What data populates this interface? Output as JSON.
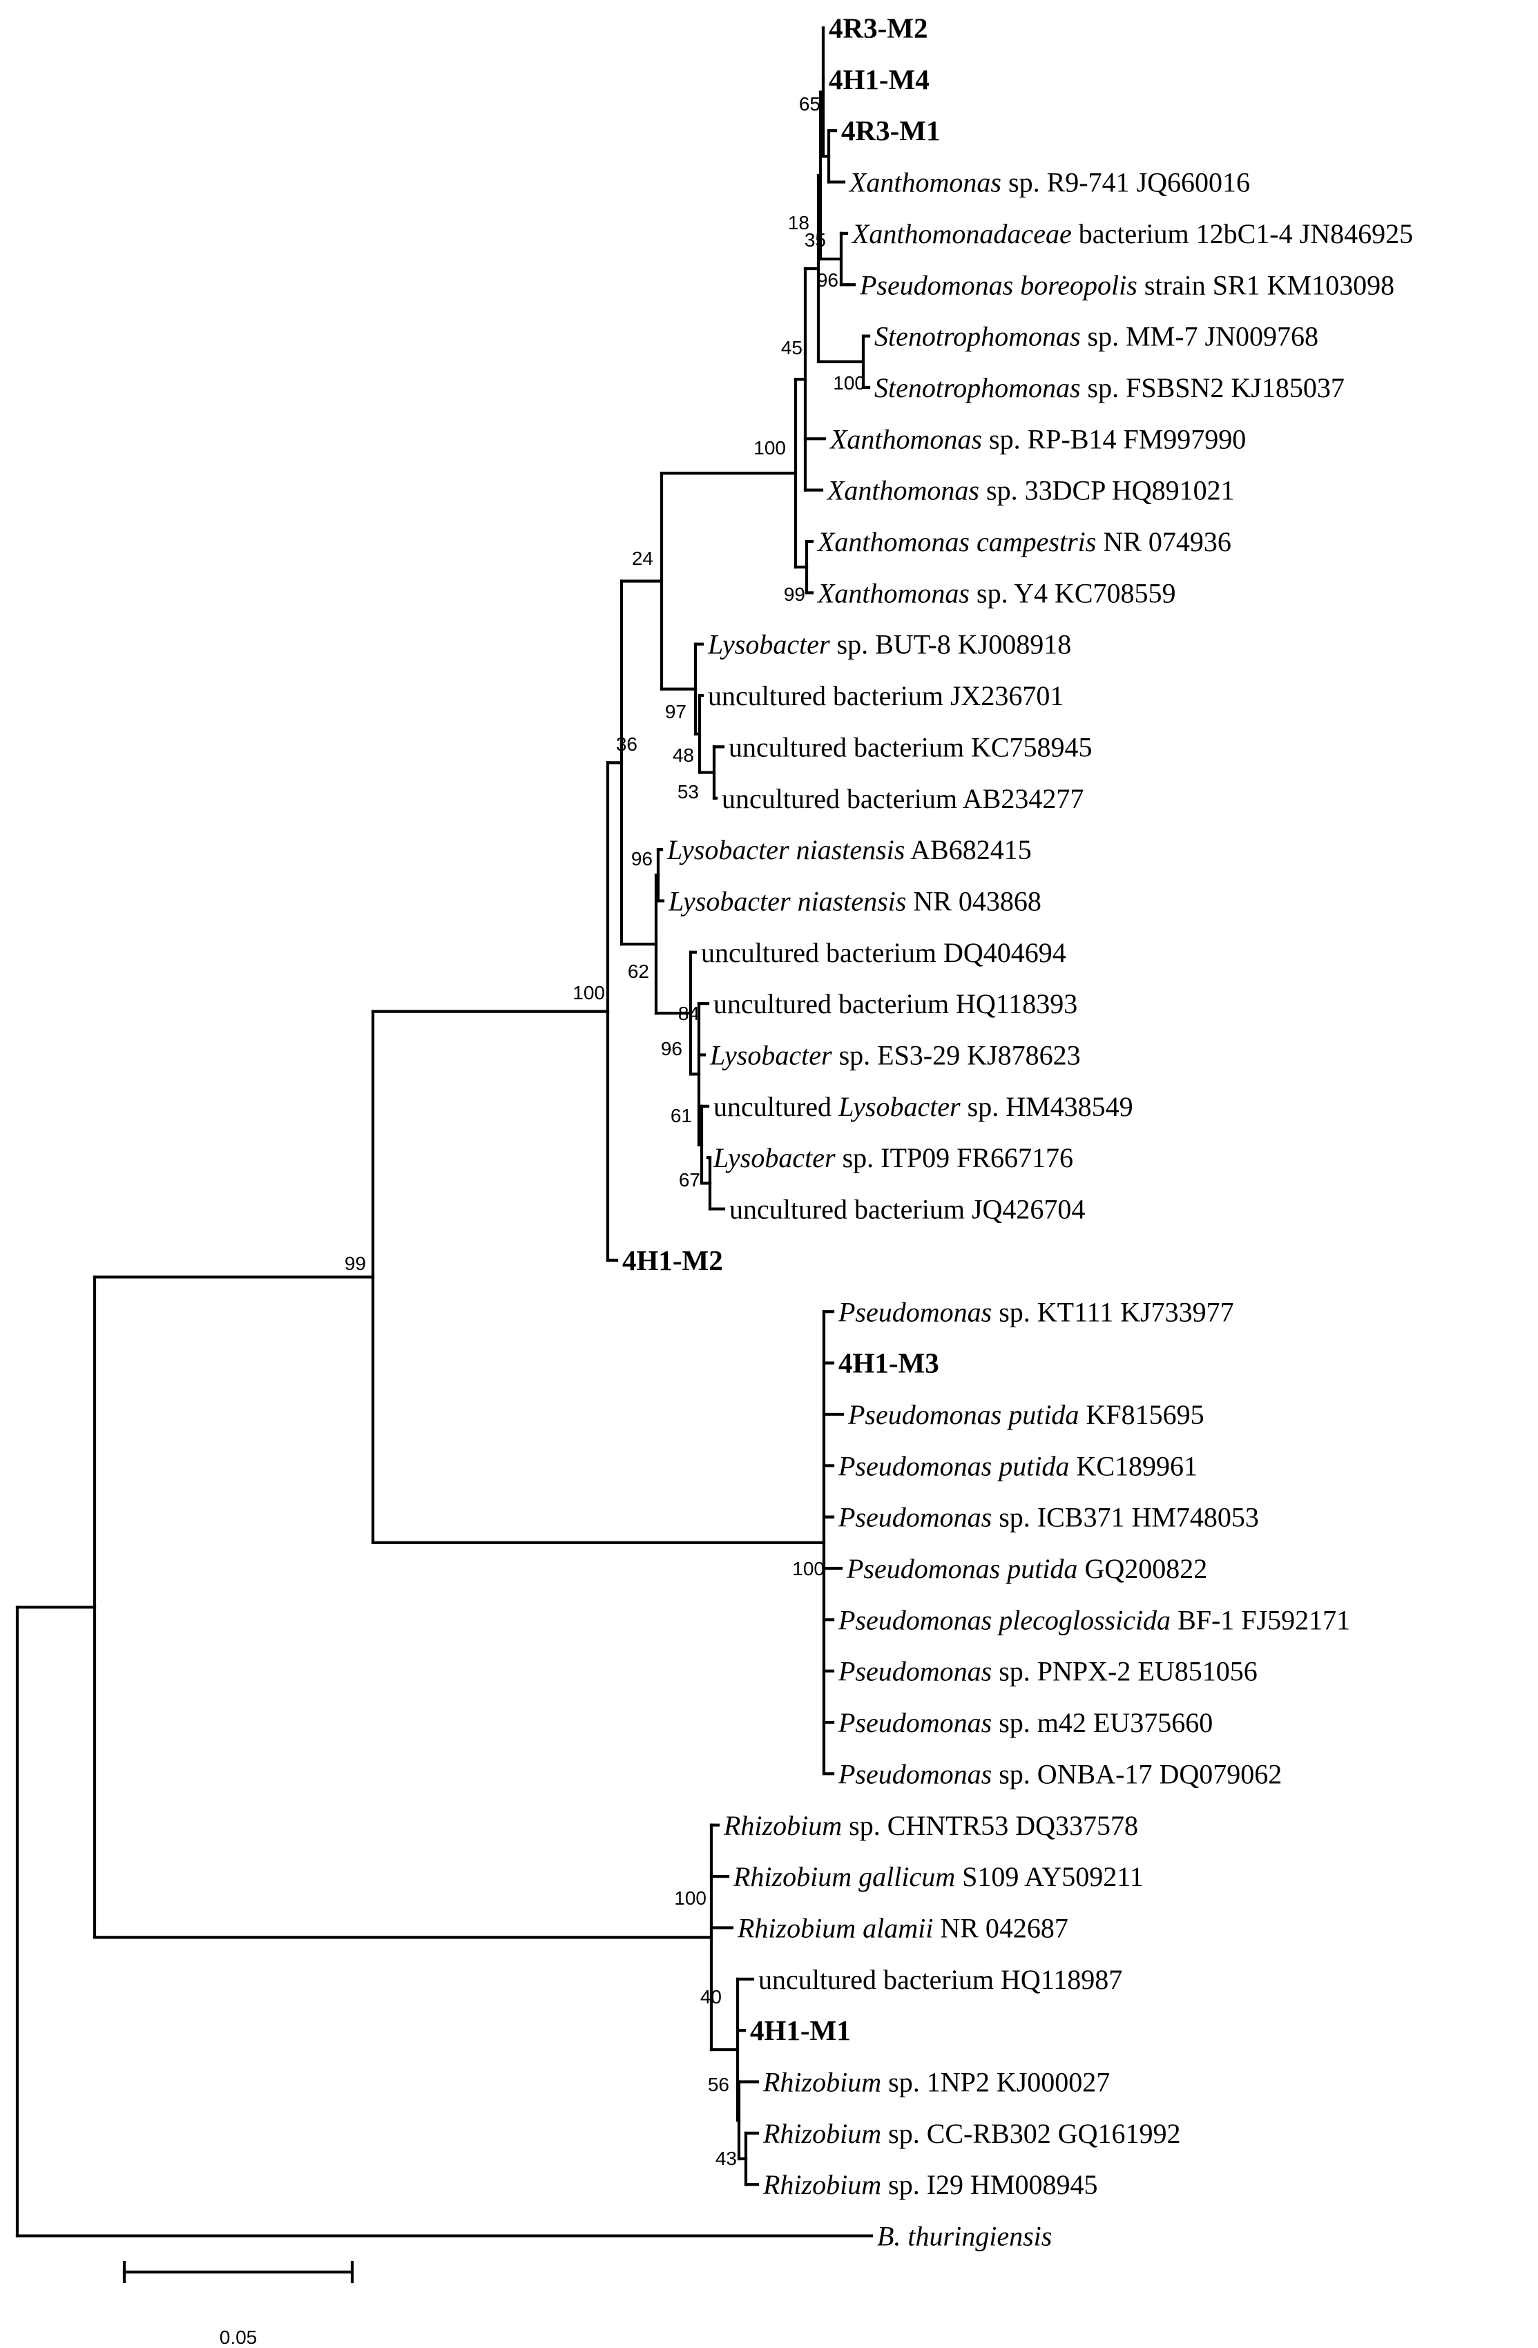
{
  "leaves": {
    "L0": [
      {
        "t": "4R3-M2",
        "b": true
      }
    ],
    "L1": [
      {
        "t": "4H1-M4",
        "b": true
      }
    ],
    "L2": [
      {
        "t": "4R3-M1",
        "b": true
      }
    ],
    "L3": [
      {
        "t": "Xanthomonas",
        "i": true
      },
      {
        "t": " sp. R9-741 JQ660016"
      }
    ],
    "L4": [
      {
        "t": "Xanthomonadaceae",
        "i": true
      },
      {
        "t": " bacterium 12bC1-4 JN846925"
      }
    ],
    "L5": [
      {
        "t": "Pseudomonas boreopolis",
        "i": true
      },
      {
        "t": " strain SR1 KM103098"
      }
    ],
    "L6": [
      {
        "t": "Stenotrophomonas",
        "i": true
      },
      {
        "t": " sp. MM-7 JN009768"
      }
    ],
    "L7": [
      {
        "t": "Stenotrophomonas",
        "i": true
      },
      {
        "t": " sp. FSBSN2 KJ185037"
      }
    ],
    "L8": [
      {
        "t": "Xanthomonas",
        "i": true
      },
      {
        "t": " sp. RP-B14 FM997990"
      }
    ],
    "L9": [
      {
        "t": "Xanthomonas",
        "i": true
      },
      {
        "t": " sp. 33DCP HQ891021"
      }
    ],
    "L10": [
      {
        "t": "Xanthomonas campestris",
        "i": true
      },
      {
        "t": " NR 074936"
      }
    ],
    "L11": [
      {
        "t": "Xanthomonas",
        "i": true
      },
      {
        "t": " sp. Y4 KC708559"
      }
    ],
    "L12": [
      {
        "t": "Lysobacter",
        "i": true
      },
      {
        "t": " sp. BUT-8 KJ008918"
      }
    ],
    "L13": [
      {
        "t": "uncultured bacterium JX236701"
      }
    ],
    "L14": [
      {
        "t": "uncultured bacterium KC758945"
      }
    ],
    "L15": [
      {
        "t": "uncultured bacterium AB234277"
      }
    ],
    "L16": [
      {
        "t": "Lysobacter niastensis",
        "i": true
      },
      {
        "t": " AB682415"
      }
    ],
    "L17": [
      {
        "t": "Lysobacter niastensis",
        "i": true
      },
      {
        "t": " NR 043868"
      }
    ],
    "L18": [
      {
        "t": "uncultured bacterium DQ404694"
      }
    ],
    "L19": [
      {
        "t": "uncultured bacterium HQ118393"
      }
    ],
    "L20": [
      {
        "t": "Lysobacter",
        "i": true
      },
      {
        "t": " sp. ES3-29 KJ878623"
      }
    ],
    "L21": [
      {
        "t": "uncultured "
      },
      {
        "t": "Lysobacter",
        "i": true
      },
      {
        "t": " sp. HM438549"
      }
    ],
    "L22": [
      {
        "t": "Lysobacter",
        "i": true
      },
      {
        "t": " sp. ITP09 FR667176"
      }
    ],
    "L23": [
      {
        "t": "uncultured bacterium JQ426704"
      }
    ],
    "L24": [
      {
        "t": "4H1-M2",
        "b": true
      }
    ],
    "L25": [
      {
        "t": "Pseudomonas",
        "i": true
      },
      {
        "t": " sp. KT111 KJ733977"
      }
    ],
    "L26": [
      {
        "t": "4H1-M3",
        "b": true
      }
    ],
    "L27": [
      {
        "t": "Pseudomonas putida",
        "i": true
      },
      {
        "t": " KF815695"
      }
    ],
    "L28": [
      {
        "t": "Pseudomonas putida",
        "i": true
      },
      {
        "t": " KC189961"
      }
    ],
    "L29": [
      {
        "t": "Pseudomonas",
        "i": true
      },
      {
        "t": " sp. ICB371 HM748053"
      }
    ],
    "L30": [
      {
        "t": "Pseudomonas putida",
        "i": true
      },
      {
        "t": " GQ200822"
      }
    ],
    "L31": [
      {
        "t": "Pseudomonas plecoglossicida",
        "i": true
      },
      {
        "t": " BF-1 FJ592171"
      }
    ],
    "L32": [
      {
        "t": "Pseudomonas",
        "i": true
      },
      {
        "t": " sp. PNPX-2 EU851056"
      }
    ],
    "L33": [
      {
        "t": "Pseudomonas",
        "i": true
      },
      {
        "t": " sp. m42 EU375660"
      }
    ],
    "L34": [
      {
        "t": "Pseudomonas",
        "i": true
      },
      {
        "t": " sp. ONBA-17 DQ079062"
      }
    ],
    "L35": [
      {
        "t": "Rhizobium",
        "i": true
      },
      {
        "t": " sp. CHNTR53 DQ337578"
      }
    ],
    "L36": [
      {
        "t": "Rhizobium gallicum",
        "i": true
      },
      {
        "t": " S109 AY509211"
      }
    ],
    "L37": [
      {
        "t": "Rhizobium alamii",
        "i": true
      },
      {
        "t": " NR 042687"
      }
    ],
    "L38": [
      {
        "t": "uncultured bacterium HQ118987"
      }
    ],
    "L39": [
      {
        "t": "4H1-M1",
        "b": true
      }
    ],
    "L40": [
      {
        "t": "Rhizobium",
        "i": true
      },
      {
        "t": " sp. 1NP2 KJ000027"
      }
    ],
    "L41": [
      {
        "t": "Rhizobium",
        "i": true
      },
      {
        "t": " sp. CC-RB302 GQ161992"
      }
    ],
    "L42": [
      {
        "t": "Rhizobium",
        "i": true
      },
      {
        "t": " sp. I29 HM008945"
      }
    ],
    "L43": [
      {
        "t": "B. thuringiensis",
        "i": true
      }
    ]
  },
  "supports": {
    "n65": "65",
    "n18": "18",
    "n35": "35",
    "n96a": "96",
    "n45": "45",
    "n100c": "100",
    "n100b": "100",
    "n99c": "99",
    "n24": "24",
    "n97": "97",
    "n48": "48",
    "n53": "53",
    "n36": "36",
    "n96b": "96",
    "n62": "62",
    "n84": "84",
    "n96c": "96",
    "n61": "61",
    "n67": "67",
    "n100a": "100",
    "n99": "99",
    "n100p": "100",
    "n100r": "100",
    "n40": "40",
    "n56": "56",
    "n43": "43"
  },
  "scale_bar": {
    "label": "0.05"
  }
}
